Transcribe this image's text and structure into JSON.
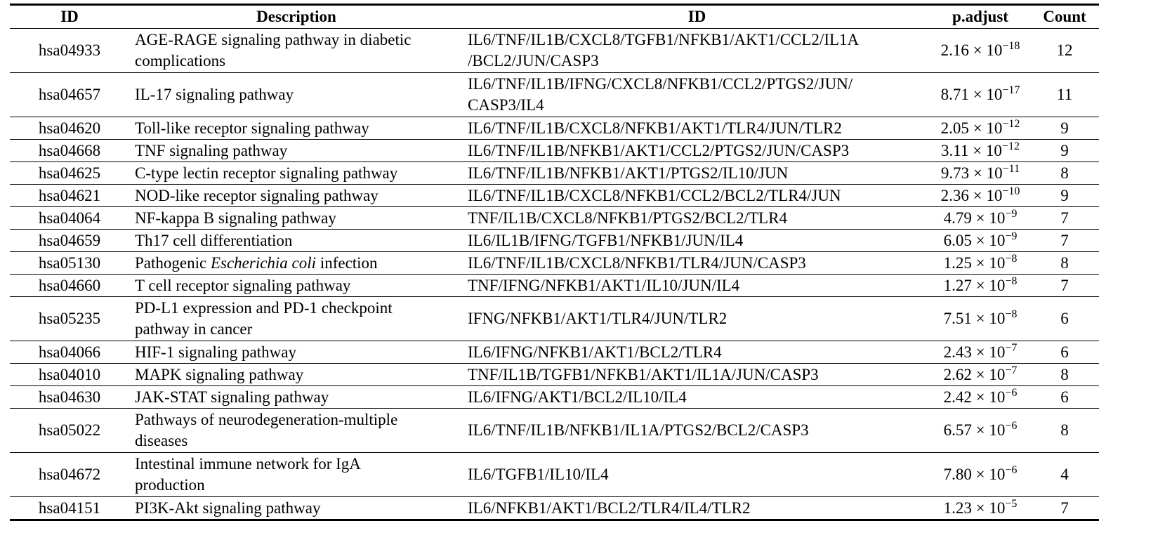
{
  "table": {
    "headers": [
      "ID",
      "Description",
      "ID",
      "p.adjust",
      "Count"
    ],
    "rows": [
      {
        "id": "hsa04933",
        "desc_lines": [
          "AGE-RAGE signaling pathway in diabetic",
          "complications"
        ],
        "gene_lines": [
          "IL6/TNF/IL1B/CXCL8/TGFB1/NFKB1/AKT1/CCL2/IL1A",
          "/BCL2/JUN/CASP3"
        ],
        "p_mantissa": "2.16",
        "p_base": "× 10",
        "p_exp": "−18",
        "count": "12"
      },
      {
        "id": "hsa04657",
        "desc_lines": [
          "IL-17 signaling pathway"
        ],
        "gene_lines": [
          "IL6/TNF/IL1B/IFNG/CXCL8/NFKB1/CCL2/PTGS2/JUN/",
          "CASP3/IL4"
        ],
        "p_mantissa": "8.71",
        "p_base": "× 10",
        "p_exp": "−17",
        "count": "11"
      },
      {
        "id": "hsa04620",
        "desc_lines": [
          "Toll-like receptor signaling pathway"
        ],
        "gene_lines": [
          "IL6/TNF/IL1B/CXCL8/NFKB1/AKT1/TLR4/JUN/TLR2"
        ],
        "p_mantissa": "2.05",
        "p_base": "× 10",
        "p_exp": "−12",
        "count": "9"
      },
      {
        "id": "hsa04668",
        "desc_lines": [
          "TNF signaling pathway"
        ],
        "gene_lines": [
          "IL6/TNF/IL1B/NFKB1/AKT1/CCL2/PTGS2/JUN/CASP3"
        ],
        "p_mantissa": "3.11",
        "p_base": "× 10",
        "p_exp": "−12",
        "count": "9"
      },
      {
        "id": "hsa04625",
        "desc_lines": [
          "C-type lectin receptor signaling pathway"
        ],
        "gene_lines": [
          "IL6/TNF/IL1B/NFKB1/AKT1/PTGS2/IL10/JUN"
        ],
        "p_mantissa": "9.73",
        "p_base": "× 10",
        "p_exp": "−11",
        "count": "8"
      },
      {
        "id": "hsa04621",
        "desc_lines": [
          "NOD-like receptor signaling pathway"
        ],
        "gene_lines": [
          "IL6/TNF/IL1B/CXCL8/NFKB1/CCL2/BCL2/TLR4/JUN"
        ],
        "p_mantissa": "2.36",
        "p_base": "× 10",
        "p_exp": "−10",
        "count": "9"
      },
      {
        "id": "hsa04064",
        "desc_lines": [
          "NF-kappa B signaling pathway"
        ],
        "gene_lines": [
          "TNF/IL1B/CXCL8/NFKB1/PTGS2/BCL2/TLR4"
        ],
        "p_mantissa": "4.79",
        "p_base": "× 10",
        "p_exp": "−9",
        "count": "7"
      },
      {
        "id": "hsa04659",
        "desc_lines": [
          "Th17 cell differentiation"
        ],
        "gene_lines": [
          "IL6/IL1B/IFNG/TGFB1/NFKB1/JUN/IL4"
        ],
        "p_mantissa": "6.05",
        "p_base": "× 10",
        "p_exp": "−9",
        "count": "7"
      },
      {
        "id": "hsa05130",
        "desc_parts": [
          {
            "t": "Pathogenic ",
            "i": false
          },
          {
            "t": "Escherichia coli",
            "i": true
          },
          {
            "t": " infection",
            "i": false
          }
        ],
        "gene_lines": [
          "IL6/TNF/IL1B/CXCL8/NFKB1/TLR4/JUN/CASP3"
        ],
        "p_mantissa": "1.25",
        "p_base": "× 10",
        "p_exp": "−8",
        "count": "8"
      },
      {
        "id": "hsa04660",
        "desc_lines": [
          "T cell receptor signaling pathway"
        ],
        "gene_lines": [
          "TNF/IFNG/NFKB1/AKT1/IL10/JUN/IL4"
        ],
        "p_mantissa": "1.27",
        "p_base": "× 10",
        "p_exp": "−8",
        "count": "7"
      },
      {
        "id": "hsa05235",
        "desc_lines": [
          "PD-L1 expression and PD-1 checkpoint",
          "pathway in cancer"
        ],
        "gene_lines": [
          "IFNG/NFKB1/AKT1/TLR4/JUN/TLR2"
        ],
        "p_mantissa": "7.51",
        "p_base": "× 10",
        "p_exp": "−8",
        "count": "6"
      },
      {
        "id": "hsa04066",
        "desc_lines": [
          "HIF-1 signaling pathway"
        ],
        "gene_lines": [
          "IL6/IFNG/NFKB1/AKT1/BCL2/TLR4"
        ],
        "p_mantissa": "2.43",
        "p_base": "× 10",
        "p_exp": "−7",
        "count": "6"
      },
      {
        "id": "hsa04010",
        "desc_lines": [
          "MAPK signaling pathway"
        ],
        "gene_lines": [
          "TNF/IL1B/TGFB1/NFKB1/AKT1/IL1A/JUN/CASP3"
        ],
        "p_mantissa": "2.62",
        "p_base": "× 10",
        "p_exp": "−7",
        "count": "8"
      },
      {
        "id": "hsa04630",
        "desc_lines": [
          "JAK-STAT signaling pathway"
        ],
        "gene_lines": [
          "IL6/IFNG/AKT1/BCL2/IL10/IL4"
        ],
        "p_mantissa": "2.42",
        "p_base": "× 10",
        "p_exp": "−6",
        "count": "6"
      },
      {
        "id": "hsa05022",
        "desc_lines": [
          "Pathways of neurodegeneration-multiple",
          "diseases"
        ],
        "gene_lines": [
          "IL6/TNF/IL1B/NFKB1/IL1A/PTGS2/BCL2/CASP3"
        ],
        "p_mantissa": "6.57",
        "p_base": "× 10",
        "p_exp": "−6",
        "count": "8"
      },
      {
        "id": "hsa04672",
        "desc_lines": [
          "Intestinal immune network for IgA",
          "production"
        ],
        "gene_lines": [
          "IL6/TGFB1/IL10/IL4"
        ],
        "p_mantissa": "7.80",
        "p_base": "× 10",
        "p_exp": "−6",
        "count": "4"
      },
      {
        "id": "hsa04151",
        "desc_lines": [
          "PI3K-Akt signaling pathway"
        ],
        "gene_lines": [
          "IL6/NFKB1/AKT1/BCL2/TLR4/IL4/TLR2"
        ],
        "p_mantissa": "1.23",
        "p_base": "× 10",
        "p_exp": "−5",
        "count": "7"
      }
    ]
  }
}
